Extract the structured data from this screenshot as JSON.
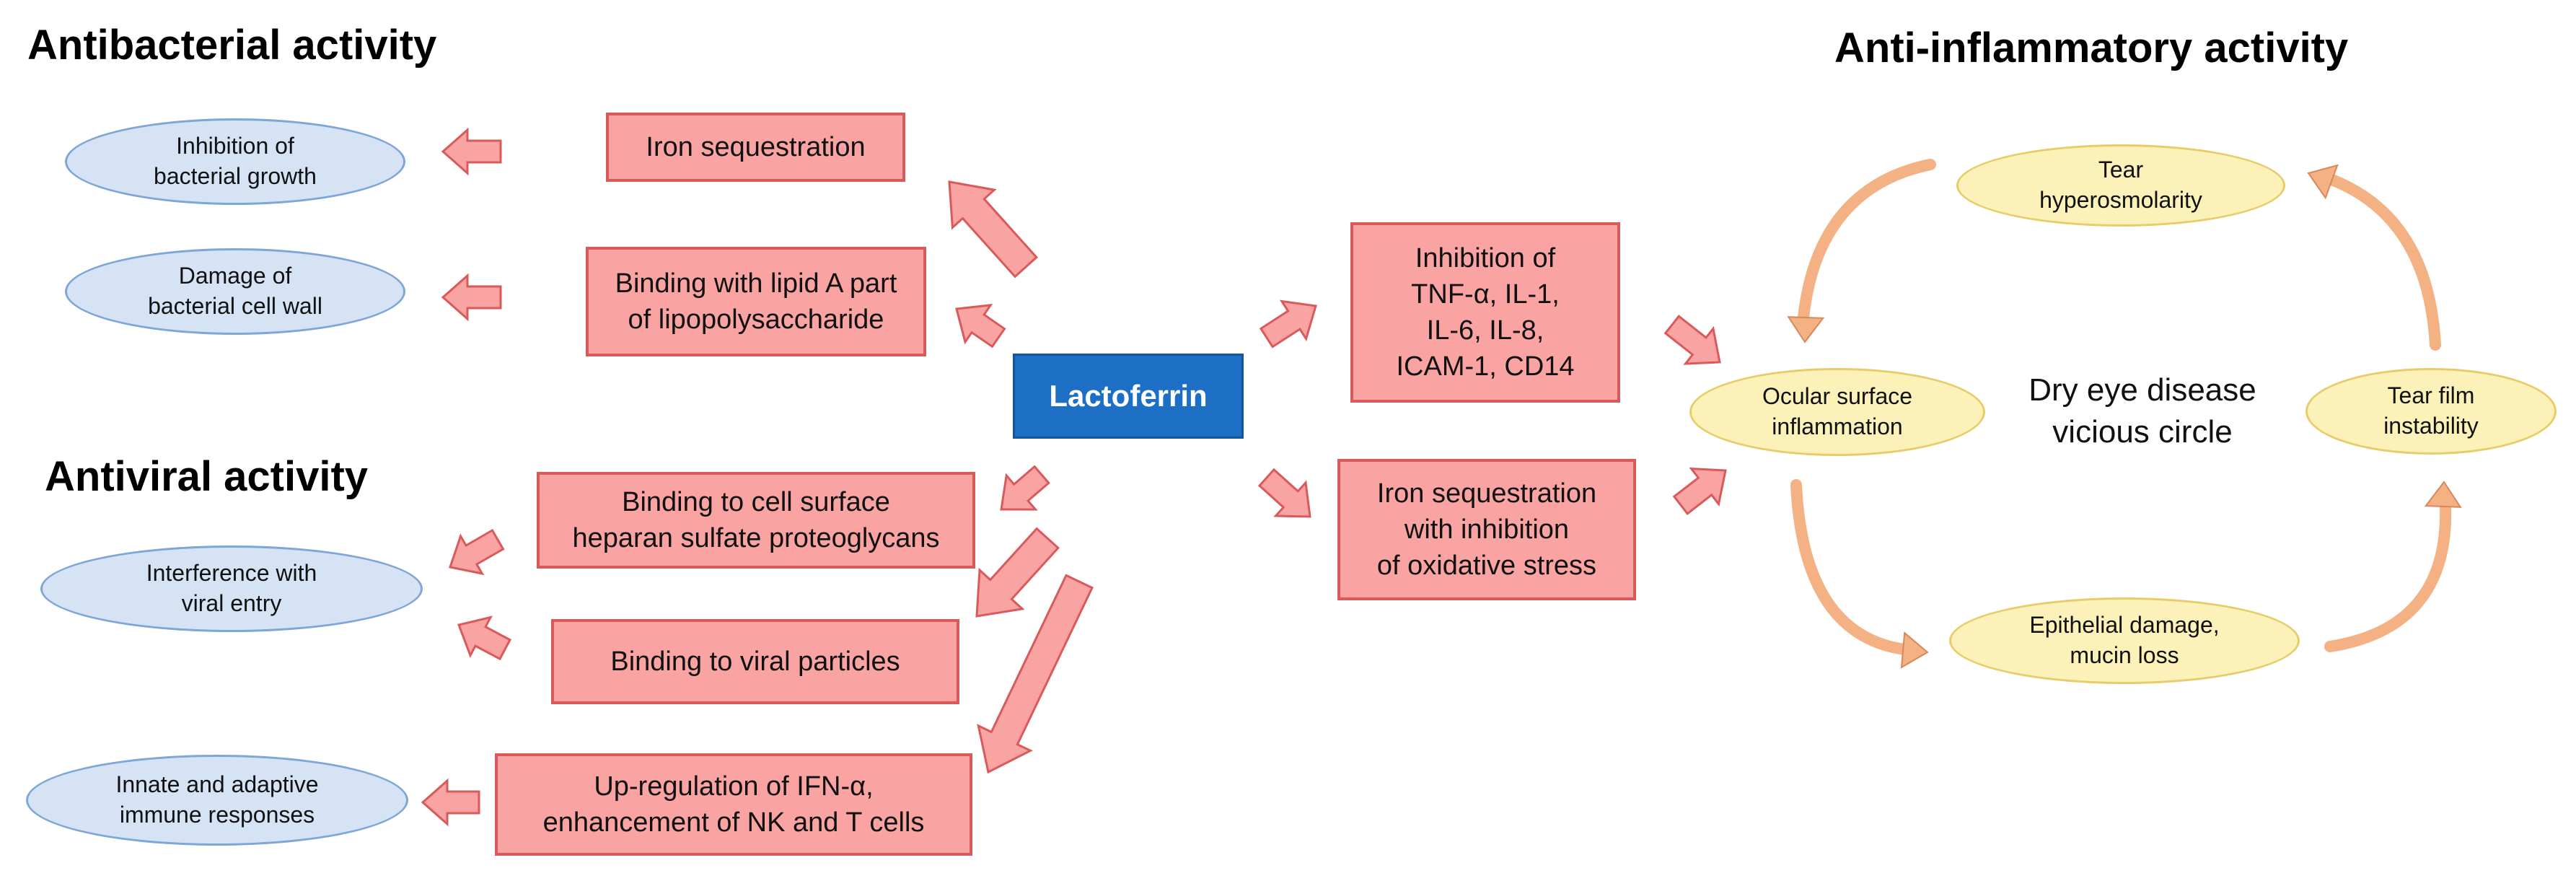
{
  "headings": {
    "antibacterial": "Antibacterial activity",
    "antiviral": "Antiviral activity",
    "anti_inflammatory": "Anti-inflammatory activity"
  },
  "center": {
    "label": "Lactoferrin",
    "color": "#1c6fc4"
  },
  "mechanisms": {
    "iron_sequestration": "Iron sequestration",
    "lipid_a_binding": "Binding with lipid A part\nof lipopolysaccharide",
    "heparan_binding": "Binding to cell surface\nheparan sulfate proteoglycans",
    "viral_particles": "Binding to viral particles",
    "ifn_upregulation": "Up-regulation of IFN-α,\nenhancement of NK and T cells",
    "cytokine_inhibition": "Inhibition of\nTNF-α, IL-1,\nIL-6, IL-8,\nICAM-1, CD14",
    "oxidative_stress": "Iron sequestration\nwith inhibition\nof oxidative stress"
  },
  "effects": {
    "bacterial_growth": "Inhibition of\nbacterial growth",
    "cell_wall": "Damage of\nbacterial cell wall",
    "viral_entry": "Interference with\nviral entry",
    "immune_responses": "Innate and adaptive\nimmune responses"
  },
  "cycle": {
    "title": "Dry eye disease\nvicious circle",
    "hyperosmolarity": "Tear\nhyperosmolarity",
    "instability": "Tear film\ninstability",
    "epithelial": "Epithelial damage,\nmucin loss",
    "inflammation": "Ocular surface\ninflammation"
  },
  "colors": {
    "mechanism_fill": "#f9a3a3",
    "mechanism_border": "#d95a5a",
    "effect_fill": "#d5e3f5",
    "effect_border": "#7ea6d6",
    "cycle_fill": "#fcf1b8",
    "cycle_border": "#e7cd6a",
    "cycle_arrow": "#f4b183"
  }
}
